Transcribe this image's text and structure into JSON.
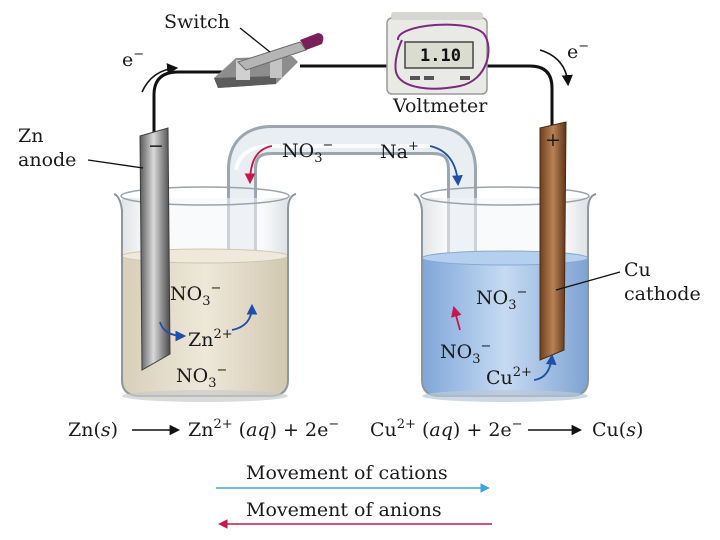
{
  "labels": {
    "switch": "Switch",
    "voltmeter": "Voltmeter",
    "voltmeter_reading": "1.10",
    "electron_left": "e",
    "electron_right": "e",
    "electron_sup": "−",
    "zn_anode_line1": "Zn",
    "zn_anode_line2": "anode",
    "cu_cathode_line1": "Cu",
    "cu_cathode_line2": "cathode",
    "minus_sign": "−",
    "plus_sign": "+"
  },
  "salt_bridge": {
    "anion": "NO",
    "anion_sub": "3",
    "anion_sup": "−",
    "cation": "Na",
    "cation_sup": "+"
  },
  "left_beaker": {
    "ion1": "NO",
    "ion1_sub": "3",
    "ion1_sup": "−",
    "ion2": "Zn",
    "ion2_sup": "2+",
    "ion3": "NO",
    "ion3_sub": "3",
    "ion3_sup": "−"
  },
  "right_beaker": {
    "ion1": "NO",
    "ion1_sub": "3",
    "ion1_sup": "−",
    "ion2": "NO",
    "ion2_sub": "3",
    "ion2_sup": "−",
    "ion3": "Cu",
    "ion3_sup": "2+"
  },
  "equations": {
    "left_reactant": "Zn(",
    "left_reactant_state": "s",
    "left_reactant_close": ")",
    "left_product": "Zn",
    "left_product_sup": "2+",
    "left_product_state_open": " (",
    "left_product_state": "aq",
    "left_product_rest": ") + 2e",
    "left_product_rest_sup": "−",
    "right_reactant": "Cu",
    "right_reactant_sup": "2+",
    "right_reactant_state_open": " (",
    "right_reactant_state": "aq",
    "right_reactant_rest": ") + 2e",
    "right_reactant_rest_sup": "−",
    "right_product": "Cu(",
    "right_product_state": "s",
    "right_product_close": ")"
  },
  "legend": {
    "cations": "Movement of cations",
    "anions": "Movement of anions"
  },
  "colors": {
    "cation_arrow": "#3aa6dd",
    "anion_arrow": "#c8174a",
    "zinc_solution": "#e3dccb",
    "copper_solution": "#9fc0e6",
    "copper_electrode": "#9a6238",
    "zinc_electrode": "#8a8a8a",
    "ion_arrow_blue": "#1f4fa8",
    "ion_arrow_red": "#c8174a"
  }
}
